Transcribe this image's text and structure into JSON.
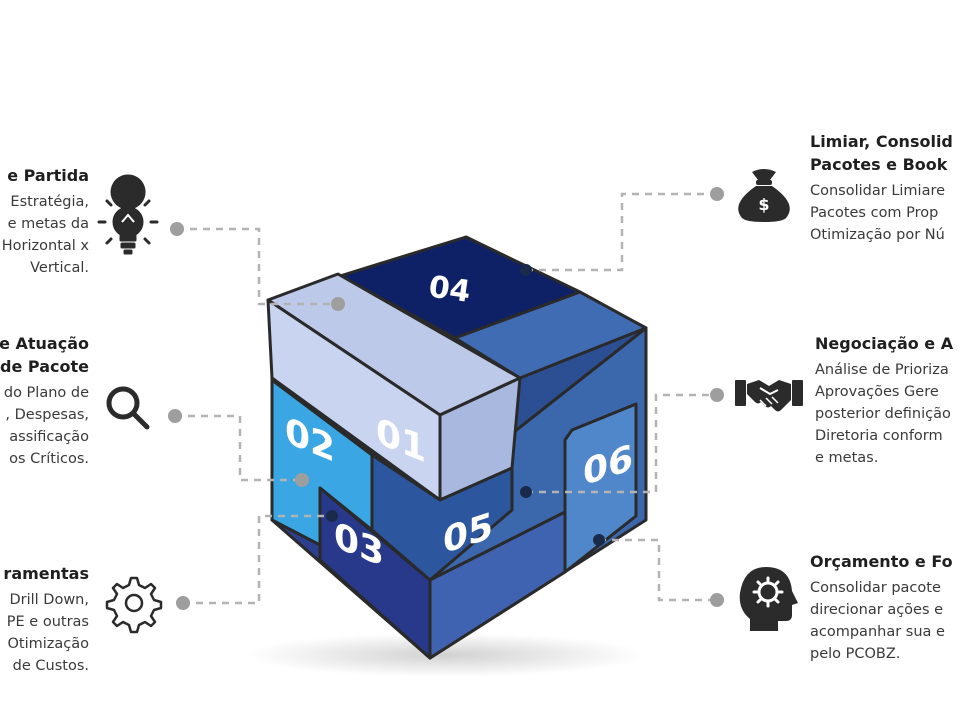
{
  "cube": {
    "numbers": [
      "01",
      "02",
      "03",
      "04",
      "05",
      "06"
    ]
  },
  "left_blocks": [
    {
      "title_lines": [
        "e Partida"
      ],
      "body_lines": [
        "Estratégia,",
        "e metas da",
        "Horizontal x",
        "Vertical."
      ],
      "icon": "lightbulb-icon"
    },
    {
      "title_lines": [
        "e Atuação",
        "de Pacote"
      ],
      "body_lines": [
        "do Plano de",
        ", Despesas,",
        "assificação",
        "os Críticos."
      ],
      "icon": "magnifier-icon"
    },
    {
      "title_lines": [
        "ramentas"
      ],
      "body_lines": [
        "Drill Down,",
        "PE e outras",
        "Otimização",
        "de Custos."
      ],
      "icon": "gear-icon"
    }
  ],
  "right_blocks": [
    {
      "title_lines": [
        "Limiar, Consolid",
        "Pacotes e Book"
      ],
      "body_lines": [
        "Consolidar Limiare",
        "Pacotes com Prop",
        "Otimização por Nú"
      ],
      "icon": "money-bag-icon"
    },
    {
      "title_lines": [
        "Negociação e A"
      ],
      "body_lines": [
        "Análise de Prioriza",
        "Aprovações Gere",
        "posterior definição",
        "Diretoria conform",
        "e metas."
      ],
      "icon": "handshake-icon"
    },
    {
      "title_lines": [
        "Orçamento e Fo"
      ],
      "body_lines": [
        "Consolidar pacote",
        "direcionar ações e",
        "acompanhar sua e",
        "pelo PCOBZ."
      ],
      "icon": "head-gear-icon"
    }
  ],
  "colors": {
    "connector": "#b5b5b5",
    "dot": "#9a9a9a",
    "icon": "#2b2b2b",
    "top_light": "#b8c6e6",
    "top_dark": "#0f2268",
    "seg_01": "#c6d3ee",
    "seg_02": "#3fa4e0",
    "seg_03": "#2a3d8a",
    "seg_05": "#2f5da6",
    "seg_06": "#4e86c9",
    "right_face": "#3c69b0",
    "left_face_bottom": "#27368a"
  }
}
